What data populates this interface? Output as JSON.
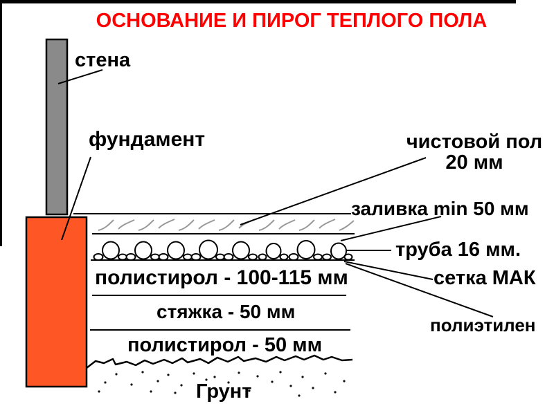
{
  "diagram": {
    "title": "ОСНОВАНИЕ И ПИРОГ ТЕПЛОГО ПОЛА",
    "labels": {
      "wall": "стена",
      "foundation": "фундамент",
      "finish_floor_line1": "чистовой пол",
      "finish_floor_line2": "20 мм",
      "pour": "заливка min 50 мм",
      "pipe": "труба 16 мм.",
      "mesh": "сетка МАК",
      "polyethylene": "полиэтилен",
      "polystyrene_top": "полистирол - 100-115 мм",
      "screed": "стяжка - 50 мм",
      "polystyrene_bottom": "полистирол - 50 мм",
      "ground": "Грунт"
    },
    "colors": {
      "title": "#fe0000",
      "wall_fill": "#8a8a8a",
      "foundation_fill": "#ff5626",
      "line": "#000000",
      "hatch": "#999999"
    }
  }
}
